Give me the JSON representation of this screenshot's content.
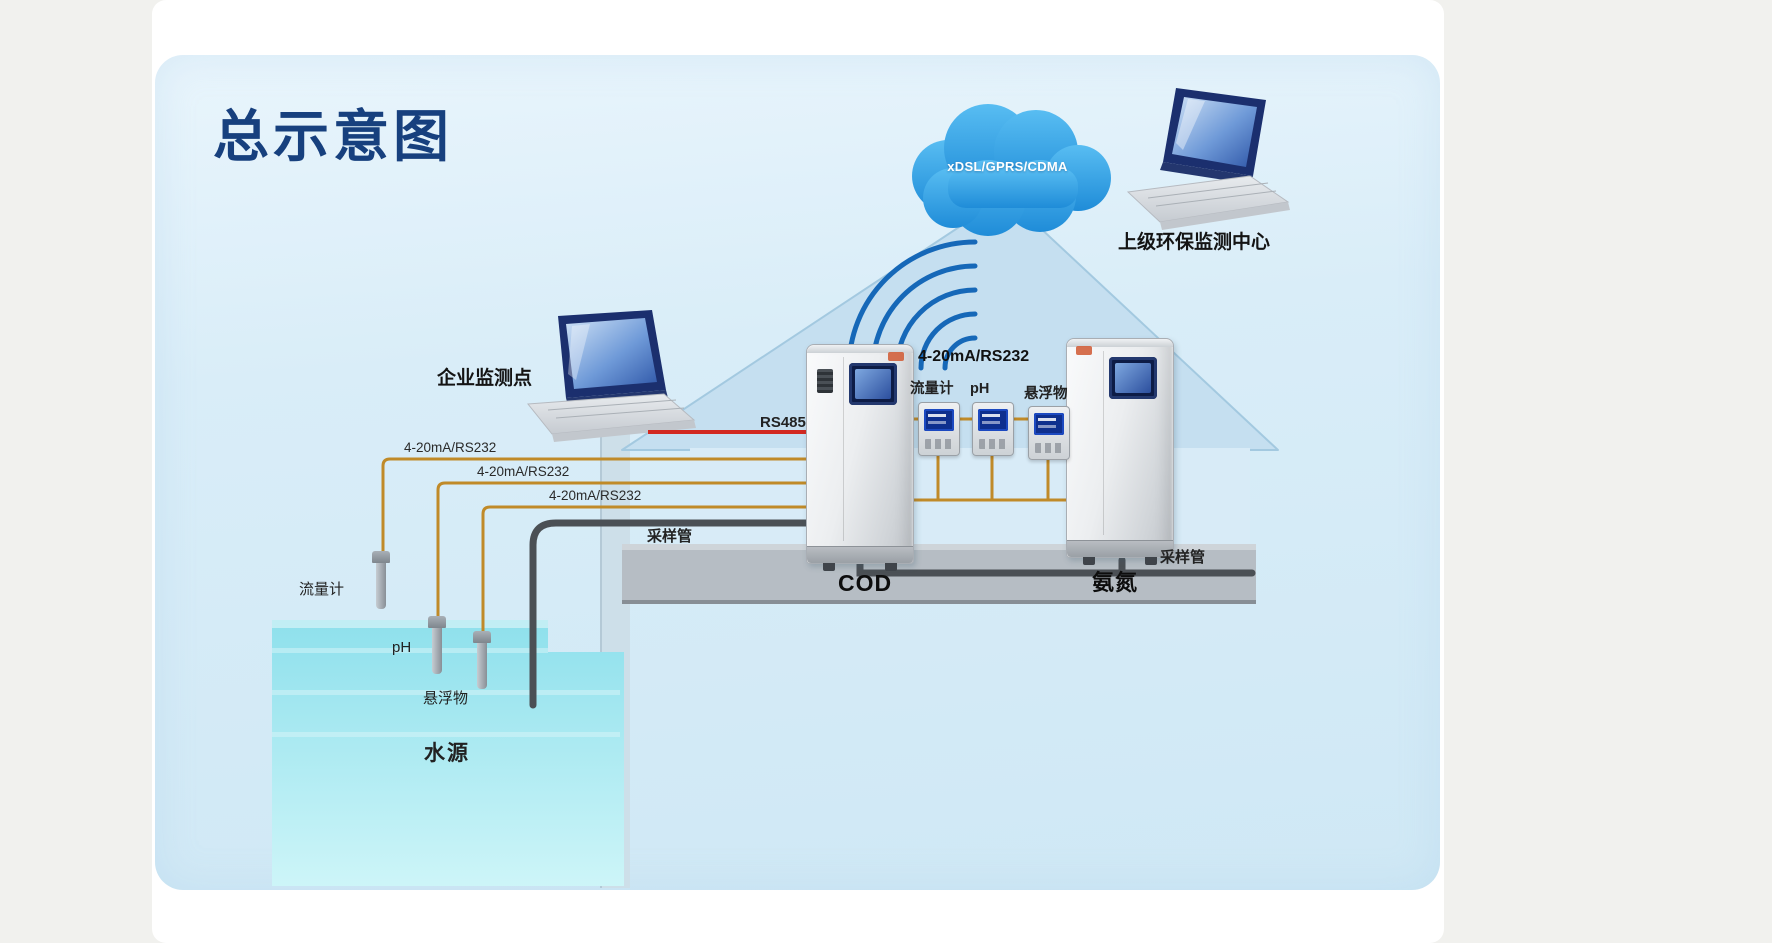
{
  "title": "总示意图",
  "cloud": {
    "label": "xDSL/GPRS/CDMA"
  },
  "sites": {
    "center": "上级环保监测中心",
    "enterprise": "企业监测点"
  },
  "links": {
    "rs485": "RS485",
    "bus": "4-20mA/RS232",
    "wire1": "4-20mA/RS232",
    "wire2": "4-20mA/RS232",
    "wire3": "4-20mA/RS232"
  },
  "instruments": {
    "cod": "COD",
    "ammonia": "氨氮"
  },
  "panels": {
    "flow": "流量计",
    "ph": "pH",
    "ss": "悬浮物"
  },
  "sensors": {
    "flow": "流量计",
    "ph": "pH",
    "ss": "悬浮物"
  },
  "water": "水源",
  "pipes": {
    "left": "采样管",
    "right": "采样管"
  },
  "colors": {
    "title": "#17407e",
    "cloud": "#2b9fe2",
    "wire": "#c08a28",
    "signal": "#1668b8",
    "alert_line": "#d22820",
    "water_top": "#8ee0ec",
    "water_bottom": "#c9f4f8",
    "panel_bg": "#d8ecf7"
  }
}
